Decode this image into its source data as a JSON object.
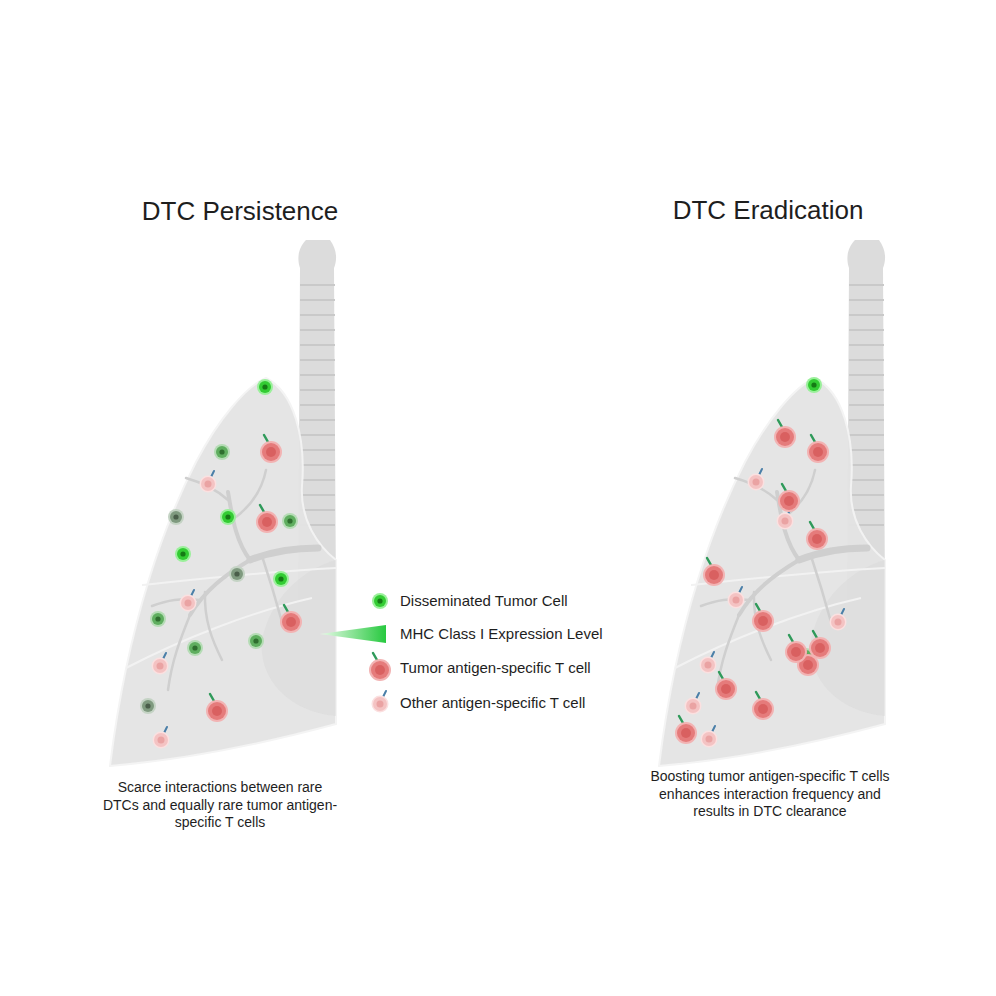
{
  "diagram": {
    "labels": [
      "DTC Persistence",
      "DTC Eradication",
      "Scarce interactions between rare DTCs and equally rare tumor antigen-specific T cells",
      "Boosting tumor antigen-specific T cells enhances interaction frequency and results in DTC clearance"
    ],
    "legend": [
      {
        "text": "Disseminated Tumor Cell"
      },
      {
        "text": "MHC Class I Expression Level"
      },
      {
        "text": "Tumor antigen-specific T cell"
      },
      {
        "text": "Other antigen-specific T cell"
      }
    ]
  }
}
